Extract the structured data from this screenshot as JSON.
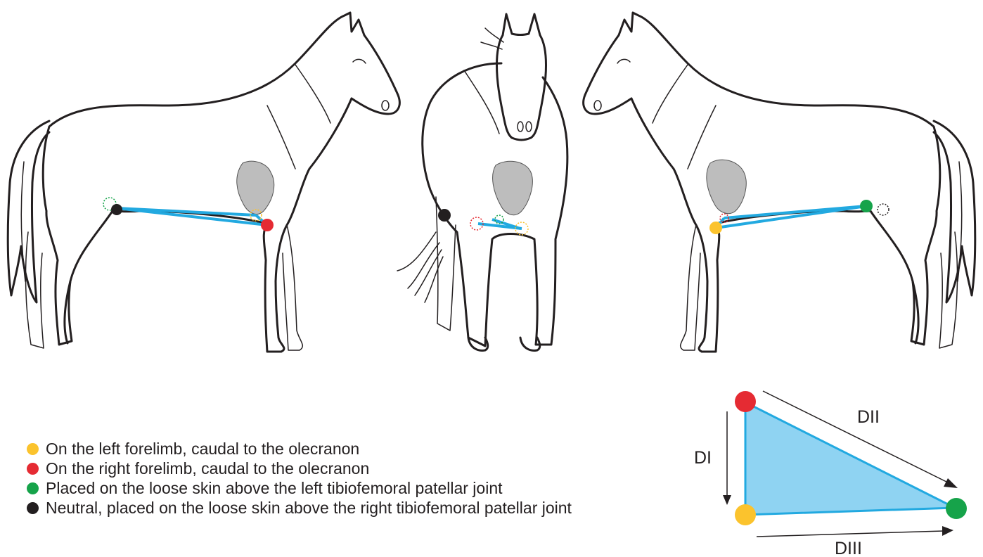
{
  "colors": {
    "yellow": "#fbc32d",
    "red": "#e52b33",
    "green": "#16a34a",
    "black": "#231f20",
    "lead_line": "#22a9e0",
    "triangle_fill": "#8fd3f2",
    "heart": "#bdbdbd"
  },
  "legend": [
    {
      "color_key": "yellow",
      "text": "On the left forelimb, caudal to the olecranon"
    },
    {
      "color_key": "red",
      "text": "On the right forelimb, caudal to the olecranon"
    },
    {
      "color_key": "green",
      "text": "Placed on the loose skin above the left tibiofemoral patellar joint"
    },
    {
      "color_key": "black",
      "text": "Neutral, placed on the loose skin above the right tibiofemoral patellar joint"
    }
  ],
  "triangle": {
    "label_d1": "DI",
    "label_d2": "DII",
    "label_d3": "DIII"
  }
}
